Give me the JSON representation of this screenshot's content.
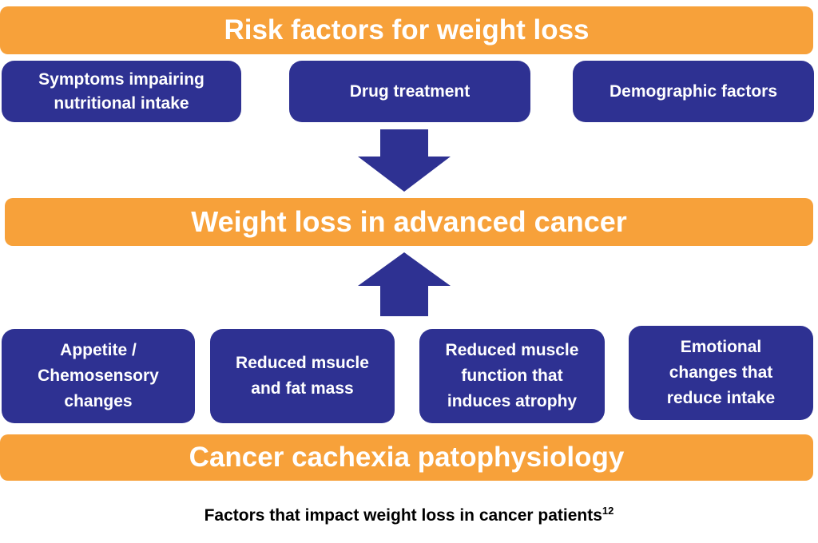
{
  "colors": {
    "band": "#F7A13A",
    "box": "#2E3192",
    "text_on_shapes": "#FFFFFF",
    "caption": "#000000"
  },
  "top_band": {
    "label": "Risk factors for weight loss"
  },
  "risk_factors": [
    {
      "label": "Symptoms impairing\nnutritional intake"
    },
    {
      "label": "Drug treatment"
    },
    {
      "label": "Demographic factors"
    }
  ],
  "arrow_down": {
    "icon": "arrow-down-icon"
  },
  "middle_band": {
    "label": "Weight loss in advanced cancer"
  },
  "arrow_up": {
    "icon": "arrow-up-icon"
  },
  "pathophysiology": [
    {
      "label": "Appetite /\nChemosensory\nchanges"
    },
    {
      "label": "Reduced msucle\nand fat mass"
    },
    {
      "label": "Reduced muscle\nfunction that\ninduces atrophy"
    },
    {
      "label": "Emotional\nchanges that\nreduce intake"
    }
  ],
  "bottom_band": {
    "label": "Cancer cachexia patophysiology"
  },
  "caption": {
    "text": "Factors that impact weight loss in cancer patients",
    "superscript": "12"
  }
}
